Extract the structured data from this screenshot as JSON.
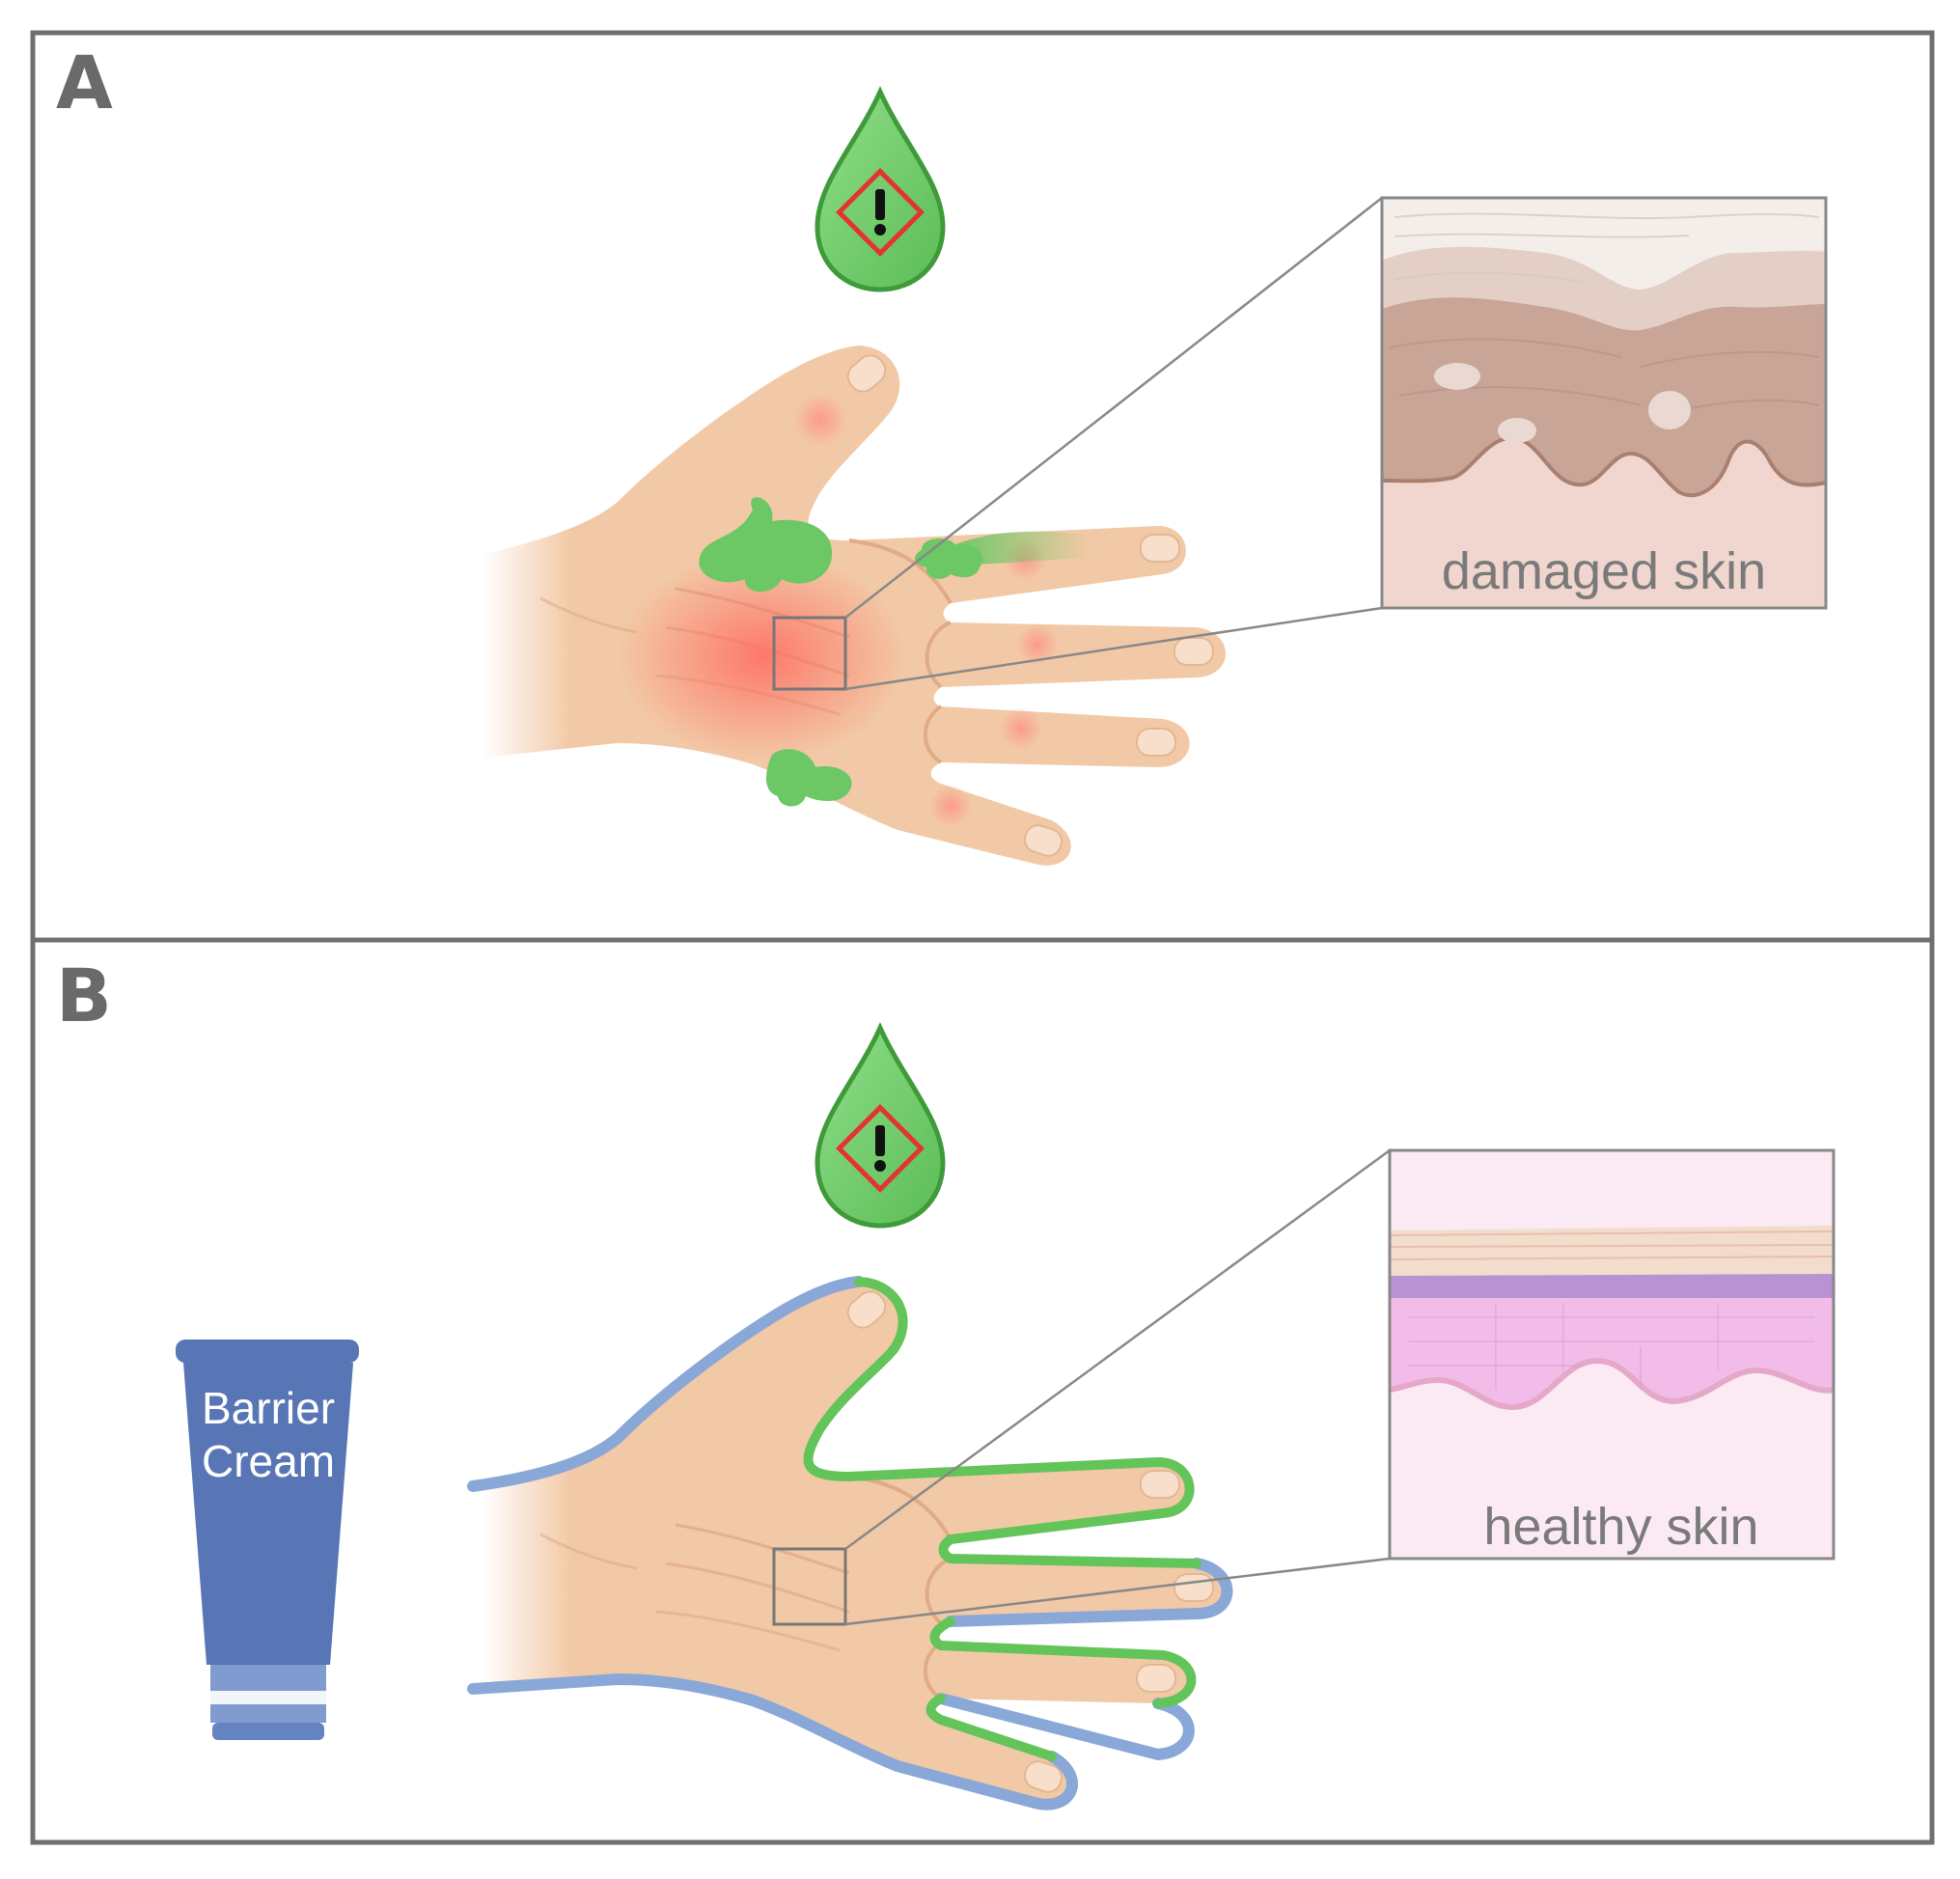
{
  "panels": [
    {
      "label": "A",
      "inset_label": "damaged skin"
    },
    {
      "label": "B",
      "inset_label": "healthy skin"
    }
  ],
  "tube": {
    "line1": "Barrier",
    "line2": "Cream"
  },
  "colors": {
    "frame": "#6f6f6f",
    "skin": "#f2c9a6",
    "skin_shadow": "#e5b38e",
    "nail": "#f7dfcb",
    "chemical": "#6cc765",
    "drop_fill": "#72cf6e",
    "drop_edge": "#3f9a3a",
    "hazard": "#e53232",
    "barrier_blue": "#89a8d8",
    "barrier_green": "#63c45a",
    "tube": "#5876b5",
    "inflammation": "#ff7a6e",
    "damaged_stratum": "#f3eeea",
    "damaged_epidermis": "#c9a598",
    "damaged_dermis": "#f0d6cf",
    "healthy_stratum": "#f2dccc",
    "healthy_basal": "#b892d2",
    "healthy_epidermis": "#f1bde8",
    "healthy_dermis": "#fbeaf3"
  },
  "icons": [
    "chemical-drop-icon",
    "hazard-exclamation-icon",
    "hand-icon",
    "barrier-cream-tube-icon",
    "skin-cross-section-icon"
  ]
}
